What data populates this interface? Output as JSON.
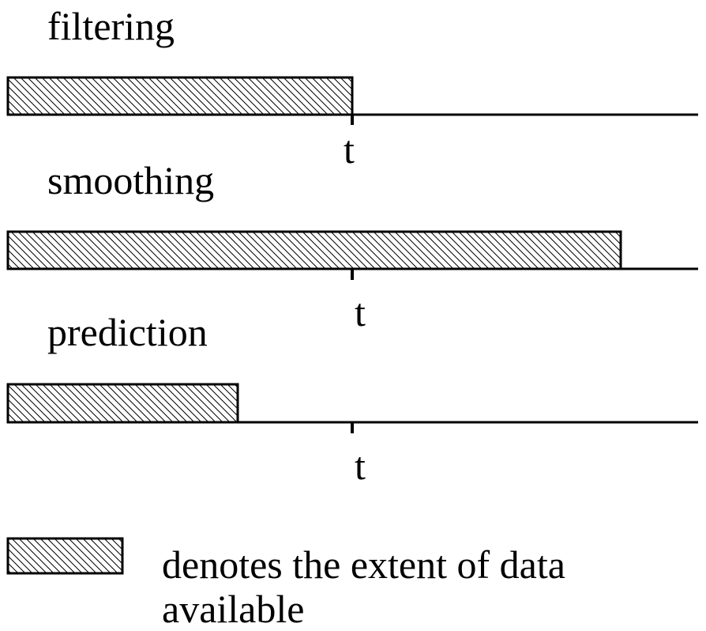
{
  "panels": [
    {
      "label": "filtering",
      "tick_label": "t",
      "data_extent": "up to t"
    },
    {
      "label": "smoothing",
      "tick_label": "t",
      "data_extent": "beyond t"
    },
    {
      "label": "prediction",
      "tick_label": "t",
      "data_extent": "before t"
    }
  ],
  "legend": {
    "line1": "denotes the extent of data",
    "line2": "available"
  },
  "colors": {
    "ink": "#000000",
    "background": "#ffffff"
  }
}
